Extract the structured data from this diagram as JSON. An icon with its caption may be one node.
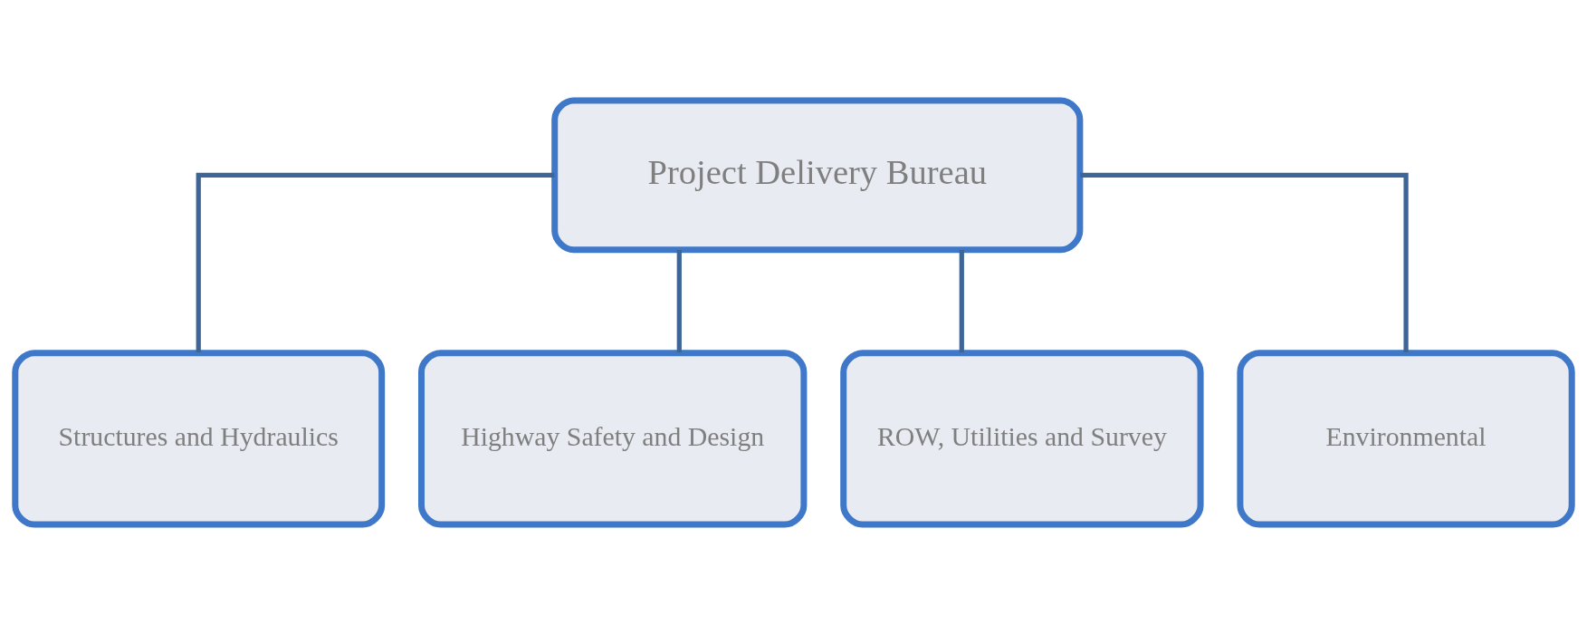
{
  "diagram": {
    "nodes": [
      {
        "text": [
          "Project Delivery Bureau"
        ]
      },
      {
        "text": [
          "Structures and Hydraulics"
        ]
      },
      {
        "text": [
          "Highway Safety and Design"
        ]
      },
      {
        "text": [
          "ROW, Utilities and Survey"
        ]
      },
      {
        "text": [
          "Environmental"
        ]
      }
    ],
    "edges": [
      {
        "from": 0,
        "to": 1,
        "arrow": "none"
      },
      {
        "from": 0,
        "to": 2,
        "arrow": "none"
      },
      {
        "from": 0,
        "to": 3,
        "arrow": "none"
      },
      {
        "from": 0,
        "to": 4,
        "arrow": "none"
      }
    ]
  }
}
